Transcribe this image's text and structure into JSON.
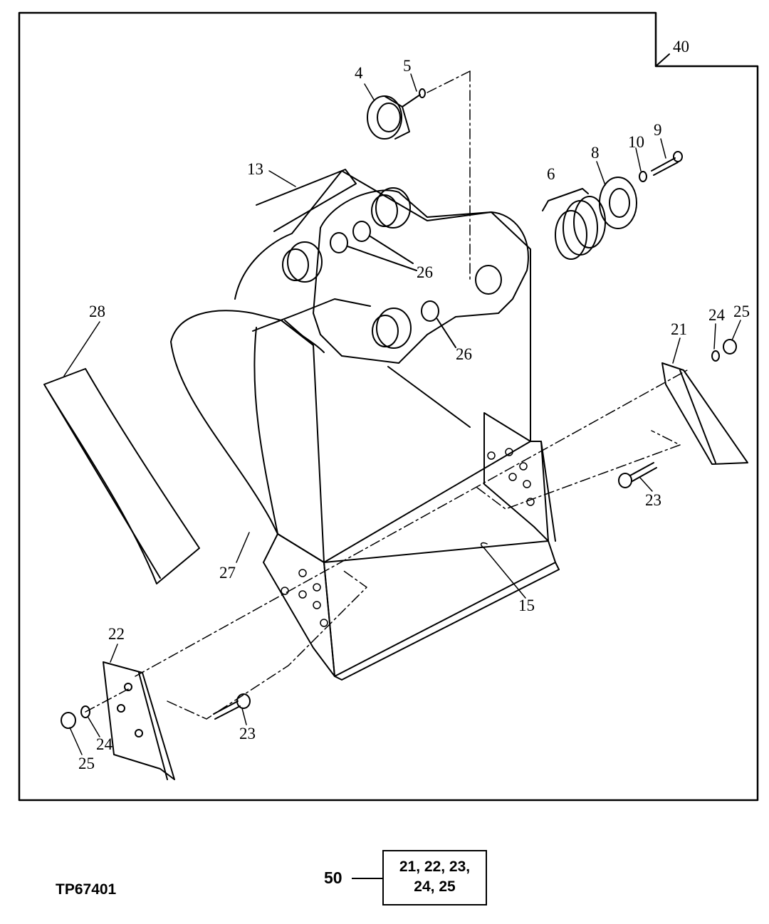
{
  "figure_id": "TP67401",
  "frame_callout": "40",
  "callouts": {
    "c4": "4",
    "c5": "5",
    "c6": "6",
    "c8": "8",
    "c9": "9",
    "c10": "10",
    "c13": "13",
    "c15": "15",
    "c21": "21",
    "c22": "22",
    "c23a": "23",
    "c23b": "23",
    "c24a": "24",
    "c24b": "24",
    "c25a": "25",
    "c25b": "25",
    "c26a": "26",
    "c26b": "26",
    "c27": "27",
    "c28": "28"
  },
  "kit": {
    "number": "50",
    "line1": "21, 22, 23,",
    "line2": "24, 25"
  }
}
